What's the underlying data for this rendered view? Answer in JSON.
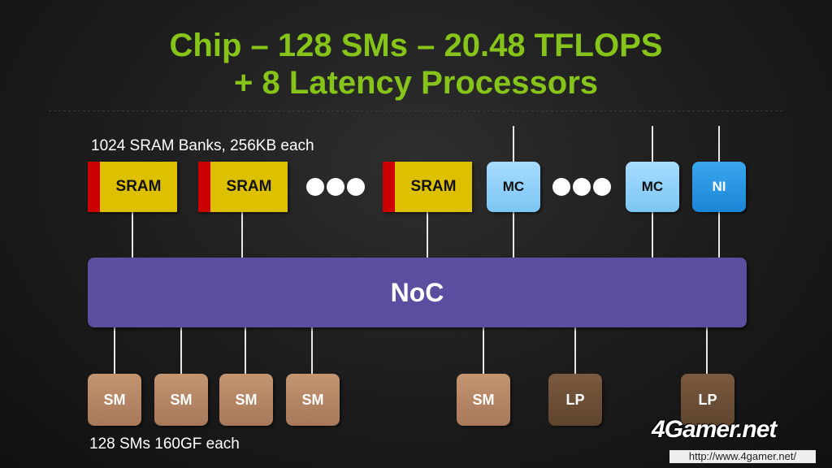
{
  "title_line1": "Chip – 128 SMs – 20.48 TFLOPS",
  "title_line2": "+ 8 Latency Processors",
  "sram_caption": "1024 SRAM Banks, 256KB each",
  "sm_caption": "128 SMs 160GF each",
  "sram_blocks": [
    {
      "label": "SRAM"
    },
    {
      "label": "SRAM"
    },
    {
      "label": "SRAM"
    }
  ],
  "mc_blocks": [
    {
      "label": "MC"
    },
    {
      "label": "MC"
    }
  ],
  "ni_block": {
    "label": "NI"
  },
  "noc": {
    "label": "NoC"
  },
  "sm_blocks": [
    {
      "label": "SM"
    },
    {
      "label": "SM"
    },
    {
      "label": "SM"
    },
    {
      "label": "SM"
    },
    {
      "label": "SM"
    }
  ],
  "lp_blocks": [
    {
      "label": "LP"
    },
    {
      "label": "LP"
    }
  ],
  "watermark": {
    "brand": "4Gamer.net",
    "url": "http://www.4gamer.net/"
  },
  "colors": {
    "title": "#86c41a",
    "sram": "#ddc100",
    "sram_marker": "#cc0000",
    "mc": "#7cc6f3",
    "ni": "#1a86d6",
    "noc": "#5b4ea0",
    "sm": "#b08464",
    "lp": "#6b4e36"
  }
}
